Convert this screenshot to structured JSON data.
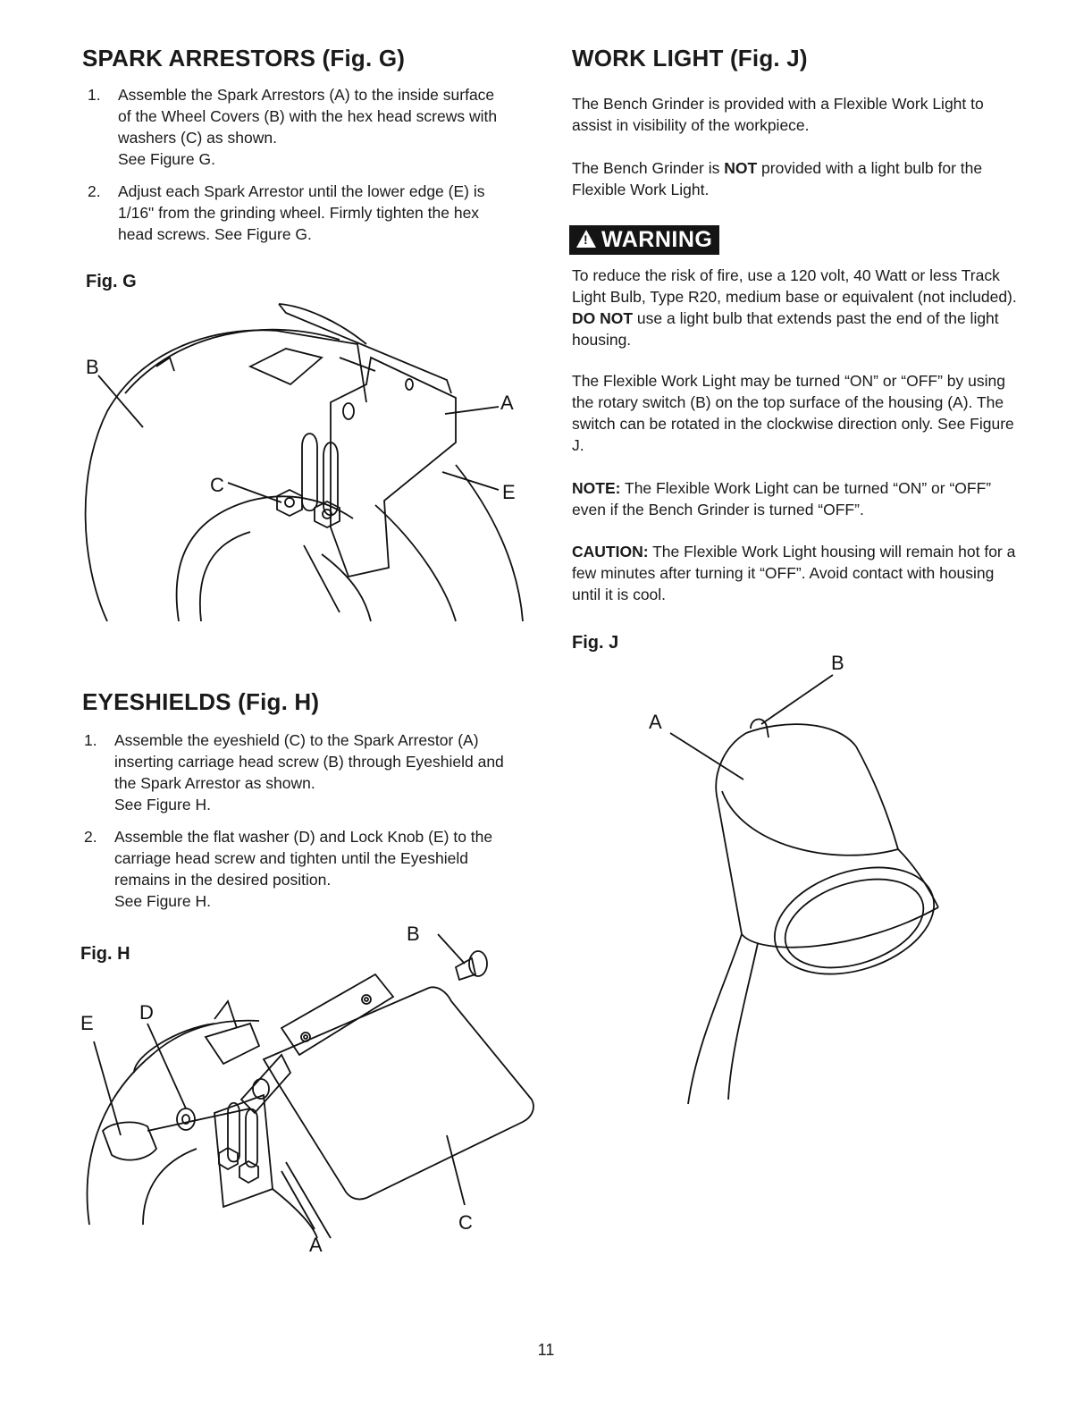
{
  "spark": {
    "title": "SPARK ARRESTORS (Fig. G)",
    "steps": [
      {
        "num": "1.",
        "text": "Assemble the Spark Arrestors (A) to the inside surface of the Wheel Covers (B) with the hex head screws with washers (C) as shown.",
        "see": "See Figure G."
      },
      {
        "num": "2.",
        "text": "Adjust each Spark Arrestor until the lower edge (E) is 1/16\" from the grinding wheel. Firmly tighten the hex head screws. See Figure G.",
        "see": ""
      }
    ],
    "fig_label": "Fig. G",
    "fig_callouts": {
      "b": "B",
      "a": "A",
      "c": "C",
      "e": "E"
    }
  },
  "eyeshields": {
    "title": "EYESHIELDS (Fig. H)",
    "steps": [
      {
        "num": "1.",
        "text": "Assemble the eyeshield (C) to the Spark Arrestor (A) inserting carriage head screw (B) through Eyeshield and the Spark Arrestor as shown.",
        "see": "See Figure H."
      },
      {
        "num": "2.",
        "text": "Assemble the flat washer (D) and Lock Knob (E) to the carriage head screw and tighten until the Eyeshield remains in the desired position.",
        "see": "See Figure H."
      }
    ],
    "fig_label": "Fig. H",
    "fig_callouts": {
      "b": "B",
      "e": "E",
      "d": "D",
      "a": "A",
      "c": "C"
    }
  },
  "worklight": {
    "title": "WORK LIGHT (Fig. J)",
    "p1": "The Bench Grinder is provided with a Flexible Work Light to assist in visibility of the workpiece.",
    "p2_a": "The Bench Grinder is ",
    "p2_b": "NOT",
    "p2_c": " provided with a light bulb for the Flexible Work Light.",
    "warning_label": "WARNING",
    "warning_symbol": "!",
    "warn_a": "To reduce the risk of fire, use a 120 volt, 40 Watt or less Track Light Bulb, Type R20, medium base or equivalent (not included). ",
    "warn_b": "DO NOT",
    "warn_c": " use a light bulb that extends past the end of the light housing.",
    "p3": "The Flexible Work Light may be turned “ON” or “OFF” by using the rotary switch (B) on the top surface of the housing (A). The switch can be rotated in the clockwise direction only. See Figure J.",
    "note_label": "NOTE:",
    "note_text": " The Flexible Work Light can be turned “ON” or “OFF” even if the Bench Grinder is turned “OFF”.",
    "caution_label": "CAUTION:",
    "caution_text": " The Flexible Work Light housing will remain hot for a few minutes after turning it “OFF”. Avoid contact with housing until it is cool.",
    "fig_label": "Fig. J",
    "fig_callouts": {
      "a": "A",
      "b": "B"
    }
  },
  "page_number": "11"
}
